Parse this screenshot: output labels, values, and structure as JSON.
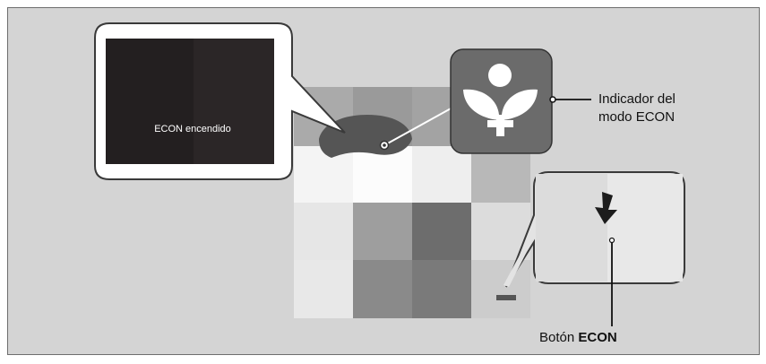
{
  "screen": {
    "text": "ECON encendido"
  },
  "labels": {
    "indicator_line1": "Indicador del",
    "indicator_line2": "modo ECON",
    "button_prefix": "Botón ",
    "button_bold": "ECON"
  },
  "colors": {
    "background": "#d4d4d4",
    "screen": "#231f20",
    "indicator_box": "#6b6b6b",
    "callout_border": "#3a3a3a"
  },
  "icons": {
    "indicator": "econ-leaf-icon",
    "button_arrow": "down-arrow-icon"
  }
}
